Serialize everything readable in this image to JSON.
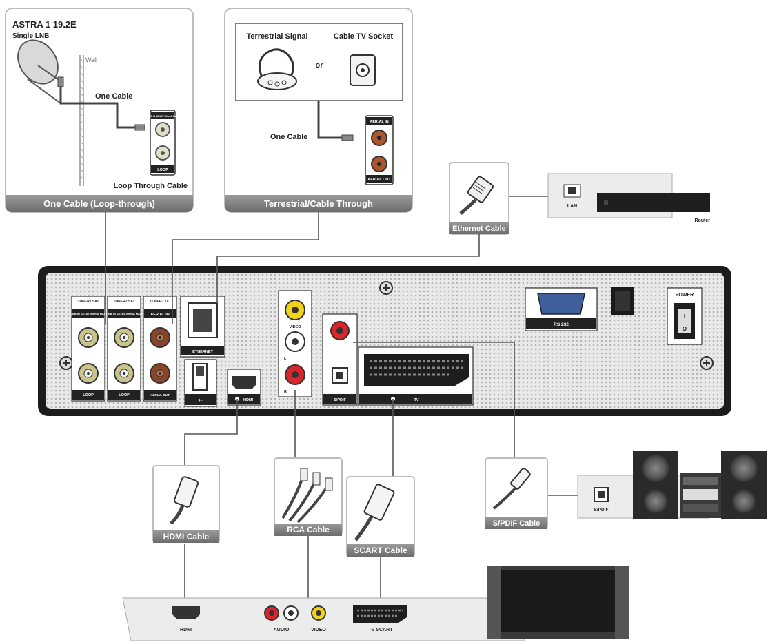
{
  "satellite": {
    "title": "ASTRA 1 19.2E",
    "subtitle": "Single LNB",
    "wall": "Wall",
    "one_cable": "One Cable",
    "loop_through": "Loop Through Cable",
    "caption": "One Cable (Loop-through)",
    "port_top": "LNB IN 13/18V 500mA MAX",
    "port_bottom": "LOOP"
  },
  "terrestrial": {
    "signal": "Terrestrial Signal",
    "or": "or",
    "socket": "Cable TV Socket",
    "one_cable": "One Cable",
    "caption": "Terrestrial/Cable Through",
    "port_top": "AERIAL IN",
    "port_bottom": "AERIAL OUT"
  },
  "network": {
    "ethernet_cable": "Ethernet Cable",
    "lan": "LAN",
    "router": "Router"
  },
  "receiver": {
    "tuner1": "TUNER1 SAT",
    "tuner2": "TUNER2 SAT",
    "tuner3": "TUNER3 T/C",
    "lnb1": "LNB IN 13/18V 500mA MAX",
    "lnb2": "LNB IN 13/18V 500mA MAX",
    "aerial_in": "AERIAL IN",
    "loop1": "LOOP",
    "loop2": "LOOP",
    "aerial_out": "AERIAL OUT",
    "ethernet": "ETHERNET",
    "hdmi": "HDMI",
    "video": "VIDEO",
    "l": "L",
    "r": "R",
    "spdif": "S/PDIF",
    "tv": "TV",
    "rs232": "RS 232",
    "power": "POWER"
  },
  "cables": {
    "hdmi": "HDMI Cable",
    "rca": "RCA Cable",
    "scart": "SCART Cable",
    "spdif": "S/PDIF Cable"
  },
  "audio_system": {
    "spdif": "S/PDIF"
  },
  "tv_panel": {
    "hdmi": "HDMI",
    "audio": "AUDIO",
    "video": "VIDEO",
    "scart": "TV SCART"
  },
  "colors": {
    "caption_bar": "#7d7d7d",
    "chassis": "#1c1c1c",
    "panel": "#f4f4f4",
    "yellow": "#f2d21a",
    "red": "#d8262a"
  }
}
